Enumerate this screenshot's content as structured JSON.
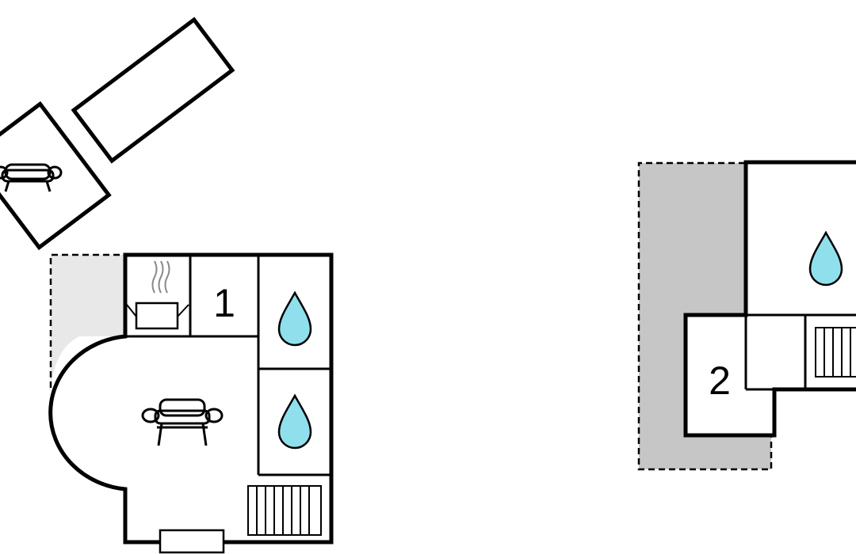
{
  "floors": [
    {
      "name": "floor-1",
      "label": "1",
      "rooms": [
        "sauna",
        "wc",
        "bathroom",
        "bathroom",
        "living-room",
        "stairs",
        "terrace"
      ],
      "icons": [
        "sauna-icon",
        "water-drop-icon",
        "water-drop-icon",
        "sofa-icon",
        "stairs-icon"
      ]
    },
    {
      "name": "floor-2",
      "label": "2",
      "rooms": [
        "bathroom",
        "room",
        "stairs",
        "terrace"
      ],
      "icons": [
        "water-drop-icon",
        "stairs-icon"
      ]
    }
  ],
  "outdoor": {
    "icons": [
      "sofa-icon"
    ]
  },
  "colors": {
    "wall": "#000000",
    "water": "#8fe0ec",
    "terrace_light": "#e8e8e8",
    "terrace_dark": "#c6c6c6",
    "background": "#ffffff"
  }
}
